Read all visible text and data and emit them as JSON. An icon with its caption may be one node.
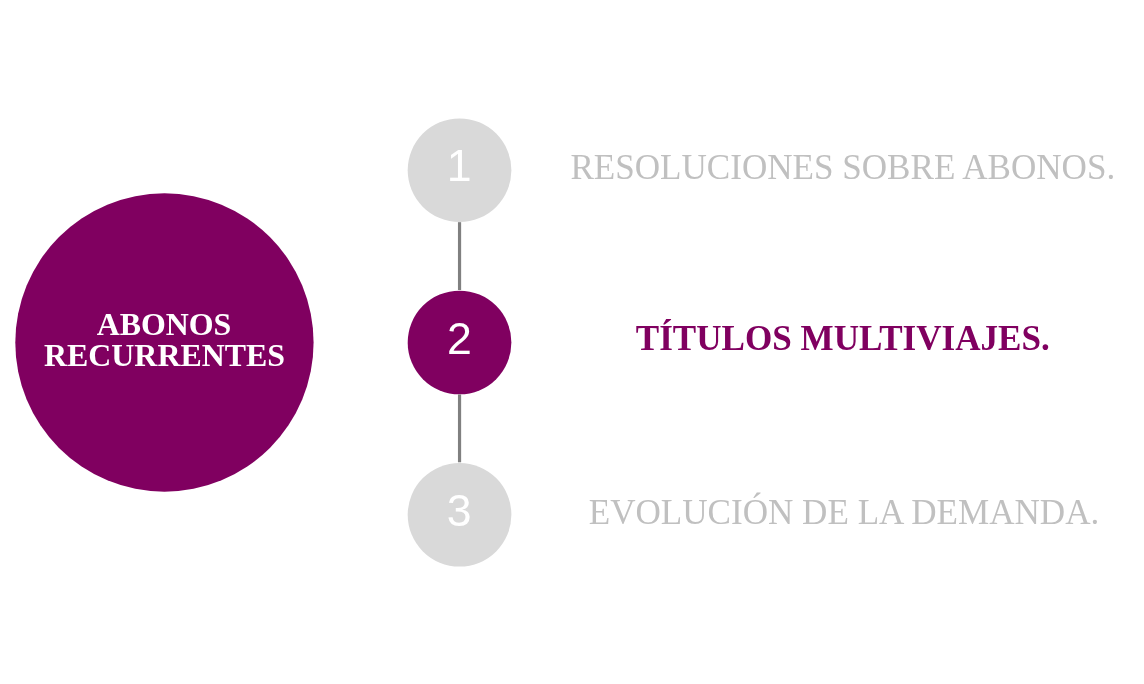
{
  "diagram": {
    "nodes": [
      {
        "text": [
          "ABONOS RECURRENTES"
        ]
      },
      {
        "text": [
          "1"
        ],
        "beside": [
          "RESOLUCIONES SOBRE ABONOS."
        ]
      },
      {
        "text": [
          "2"
        ],
        "beside": [
          "TÍTULOS MULTIVIAJES."
        ]
      },
      {
        "text": [
          "3"
        ],
        "beside": [
          "EVOLUCIÓN DE LA DEMANDA."
        ]
      }
    ],
    "edges": [
      {
        "from": 1,
        "to": 2,
        "arrow": "none"
      },
      {
        "from": 2,
        "to": 3,
        "arrow": "none"
      }
    ]
  }
}
